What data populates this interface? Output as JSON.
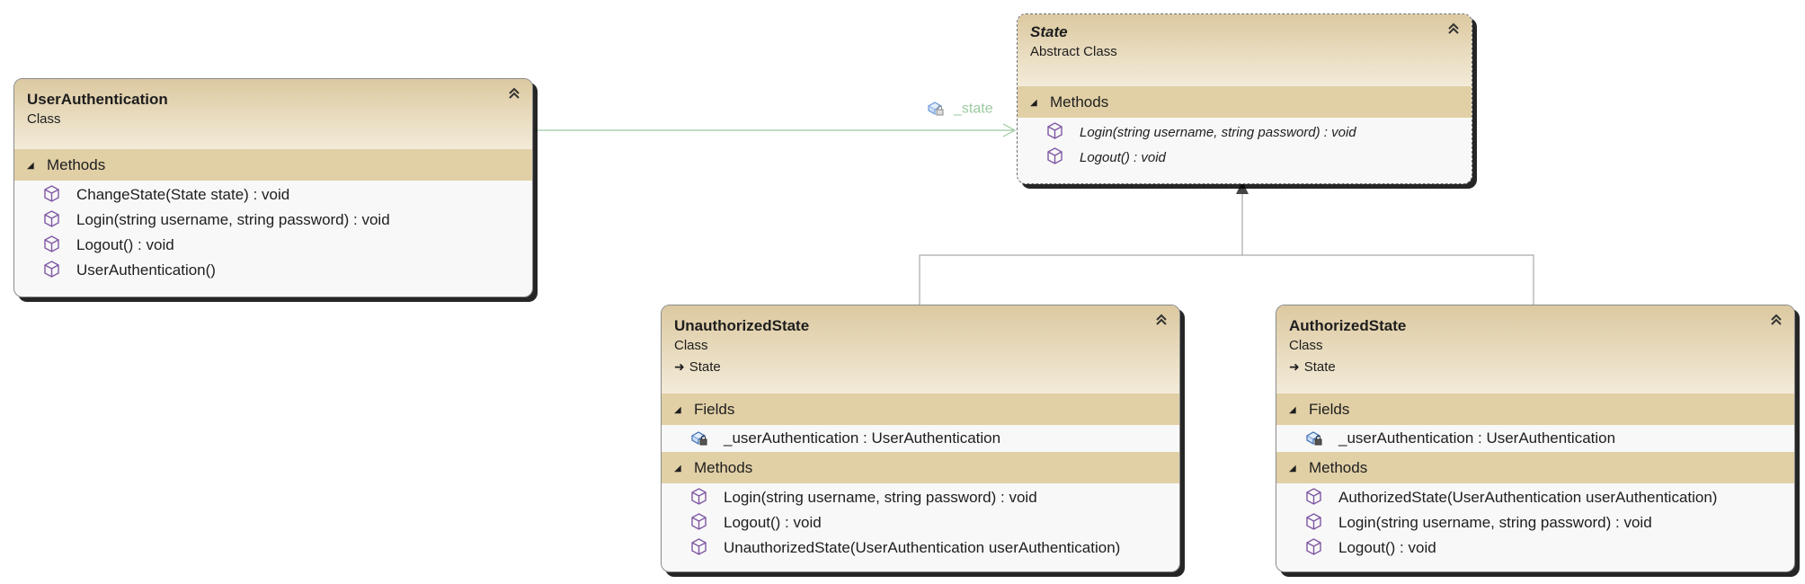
{
  "colors": {
    "header_top": "#dcc9a0",
    "header_bottom": "#f3ebd9",
    "section_bar": "#e1d0a6",
    "body": "#f8f8f8",
    "association_line": "#9ac9a0",
    "inheritance_line": "#a9a9a9",
    "method_icon": "#7e57a3"
  },
  "classes": {
    "user_auth": {
      "name": "UserAuthentication",
      "kind": "Class",
      "methods_label": "Methods",
      "methods": [
        "ChangeState(State state) : void",
        "Login(string username, string password) : void",
        "Logout() : void",
        "UserAuthentication()"
      ]
    },
    "state": {
      "name": "State",
      "kind": "Abstract Class",
      "methods_label": "Methods",
      "methods": [
        "Login(string username, string password) : void",
        "Logout() : void"
      ]
    },
    "unauthorized": {
      "name": "UnauthorizedState",
      "kind": "Class",
      "base": "State",
      "fields_label": "Fields",
      "fields": [
        "_userAuthentication : UserAuthentication"
      ],
      "methods_label": "Methods",
      "methods": [
        "Login(string username, string password) : void",
        "Logout() : void",
        "UnauthorizedState(UserAuthentication userAuthentication)"
      ]
    },
    "authorized": {
      "name": "AuthorizedState",
      "kind": "Class",
      "base": "State",
      "fields_label": "Fields",
      "fields": [
        "_userAuthentication : UserAuthentication"
      ],
      "methods_label": "Methods",
      "methods": [
        "AuthorizedState(UserAuthentication userAuthentication)",
        "Login(string username, string password) : void",
        "Logout() : void"
      ]
    }
  },
  "association": {
    "label": "_state"
  }
}
